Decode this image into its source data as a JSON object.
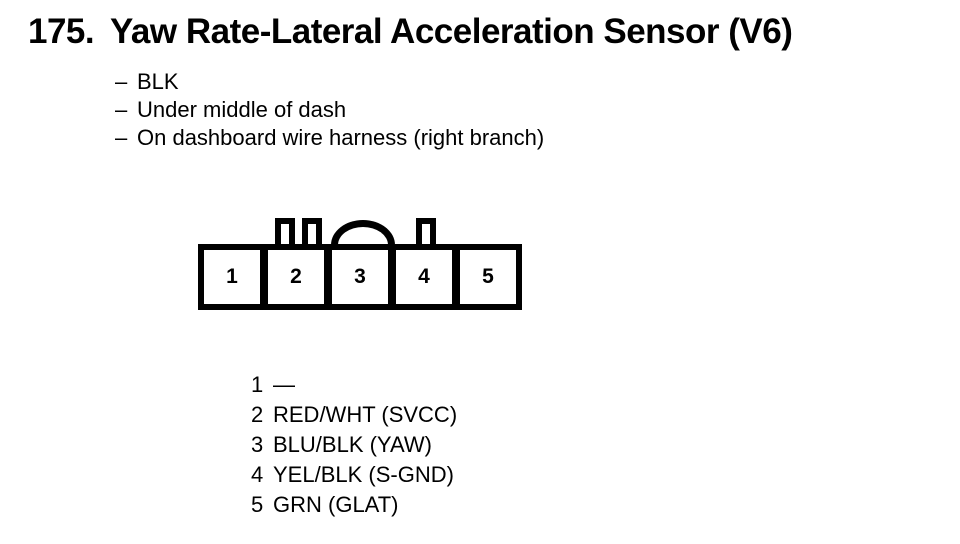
{
  "colors": {
    "background": "#ffffff",
    "ink": "#000000"
  },
  "title": {
    "number": "175.",
    "text": "Yaw Rate-Lateral Acceleration Sensor (V6)"
  },
  "details": {
    "bullet": "–",
    "items": [
      "BLK",
      "Under middle of dash",
      "On dashboard wire harness (right branch)"
    ]
  },
  "connector": {
    "pins": [
      "1",
      "2",
      "3",
      "4",
      "5"
    ]
  },
  "pinout": [
    {
      "pin": "1",
      "wire": "—"
    },
    {
      "pin": "2",
      "wire": "RED/WHT (SVCC)"
    },
    {
      "pin": "3",
      "wire": "BLU/BLK (YAW)"
    },
    {
      "pin": "4",
      "wire": "YEL/BLK (S-GND)"
    },
    {
      "pin": "5",
      "wire": "GRN (GLAT)"
    }
  ]
}
